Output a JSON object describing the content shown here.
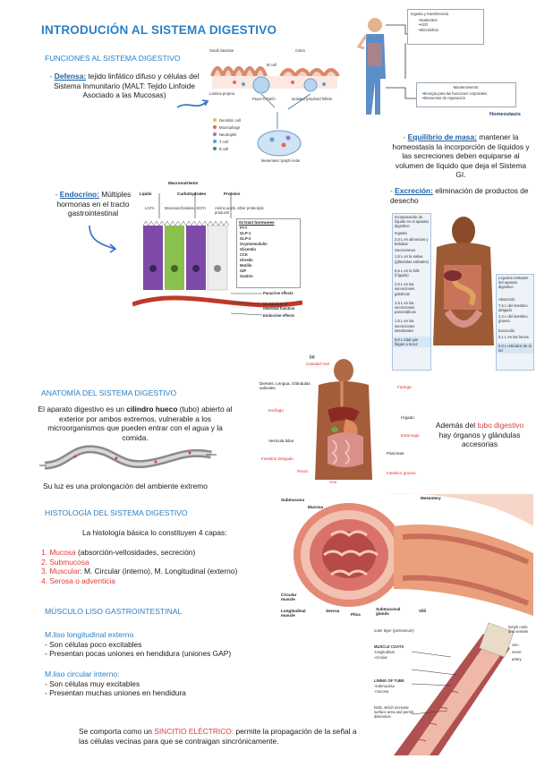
{
  "title": "INTRODUCIÓN AL SISTEMA DIGESTIVO",
  "funciones": {
    "heading": "FUNCIONES AL SISTEMA DIGESTIVO",
    "defensa_kw": "Defensa:",
    "defensa_text": "tejido linfático difuso y células del Sistema Inmunitario (MALT: Tejido Linfoide Asociado a las Mucosas)",
    "endocrino_kw": "Endocrino:",
    "endocrino_text": "Múltiples hormonas en el tracto gastrointestinal",
    "equilibrio_kw": "Equilibrio de masa:",
    "equilibrio_text": "mantener la homeostasis la incorporción de líquidos y las secreciones deben equiparse al volumen de líquido que deja el Sistema GI.",
    "excrecion_kw": "Excreción:",
    "excrecion_text": "eliminación de productos de desecho"
  },
  "homeostasis": {
    "ingesta_title": "Ingesta y transferencia",
    "ingesta_items": [
      "•Nutrientes",
      "•H2O",
      "•Electrolitos"
    ],
    "mant_title": "Mantenimiento:",
    "mant_items": [
      "•Energía para las funciones corporales",
      "•Elementos de reparación"
    ],
    "label": "Homeostasis"
  },
  "malt_fig": {
    "labels": [
      "Small intestine",
      "Colon",
      "Lamina propria",
      "M cell",
      "Peyer's Patch",
      "Isolated lymphoid follicle",
      "Dendritic cell",
      "Macrophage",
      "Neutrophil",
      "T cell",
      "B cell",
      "Mesenteric lymph node"
    ]
  },
  "endo_fig": {
    "top": "Macronutrients",
    "cols": [
      "Lipids",
      "Carbohydrates",
      "Proteins"
    ],
    "subs": [
      "LCFA",
      "Monosaccharides, SCFA",
      "Amino acids, other proteolytic products"
    ],
    "hormones_title": "GI tract hormones",
    "hormones": [
      "PYY",
      "GLP-1",
      "GLP-2",
      "Oxyntomodulin",
      "Glicentin",
      "CCK",
      "Ghrelin",
      "Motilin",
      "GIP",
      "Gastrin"
    ],
    "effects": [
      "Paracrine effects",
      "Modulation of neuronal function",
      "Endocrine effects"
    ]
  },
  "excretion_fig": {
    "left_box": "Incorporación de líquido en el aparato digestivo",
    "ingesta": "Ingesta",
    "ingesta_val": "2,0 L en alimentos y bebidas",
    "secreciones": "Secreciones",
    "sec_items": [
      "1,5 L en la saliva (glándulas salivales)",
      "0,5 L en la bilis (hígado)",
      "2,0 L en las secreciones gástricas",
      "1,5 L en las secreciones pancreáticas",
      "1,5 L en las secreciones intestinales"
    ],
    "total": "9,0 L total que llegan a la luz",
    "right_box": "Líquidos retirados del aparato digestivo",
    "absorcion": "Absorción",
    "abs_items": [
      "7,5 L del intestino delgado",
      "1,4 L del intestino grueso"
    ],
    "excrecion": "Excreción",
    "exc_item": "0,1 L en las heces",
    "right_total": "9,0 L retirados de la luz"
  },
  "anatomia": {
    "heading": "ANATOMÍA DEL SISTEMA DIGESTIVO",
    "text_pre": "El aparato digestivo es un",
    "text_bold": "cilindro hueco",
    "text_post": "(tubo) abierto al exterior por ambos extremos, vulnerable a los microorganismos que pueden entrar con el agua y la comida.",
    "caption": "Su luz es una prolongación del ambiente extremo",
    "side_pre": "Además del",
    "side_red": "tubo digestivo",
    "side_post": "hay órganos y glándulas accesorias",
    "fig_labels_left": [
      "Cavidad oral",
      "Dientes, Lengua, Glándulas salivales",
      "Esófago",
      "Vesícula biliar",
      "Intestino Delgado",
      "Recto",
      "Ano"
    ],
    "fig_labels_right": [
      "Faringe",
      "Hígado",
      "Estómago",
      "Páncreas",
      "Intestino grueso"
    ],
    "fig_small": "(a)"
  },
  "histologia": {
    "heading": "HISTOLOGÍA DEL SISTEMA DIGESTIVO",
    "intro": "La histología básica lo constituyen 4 capas:",
    "layers": [
      {
        "n": "1.",
        "name": "Mucosa",
        "rest": " (absorción-vellosidades, secreción)"
      },
      {
        "n": "2.",
        "name": "Submucosa",
        "rest": ""
      },
      {
        "n": "3.",
        "name": "Muscular",
        "rest": ": M. Circular (interno), M. Longitudinal (externo)"
      },
      {
        "n": "4.",
        "name": "Serosa o adventicia",
        "rest": ""
      }
    ],
    "fig_labels": [
      "Submucosa",
      "Mucosa",
      "Mesentery",
      "Circular muscle",
      "Longitudinal muscle",
      "Serosa",
      "Plica",
      "Submucosal glands",
      "Villi"
    ]
  },
  "musculo": {
    "heading": "MÚSCULO LISO GASTROINTESTINAL",
    "long_title": "M.liso longitudinal externo",
    "long_items": [
      "- Son células poco excitables",
      "- Presentan pocas uniones en hendidura (uniones GAP)"
    ],
    "circ_title": "M.liso circular interno:",
    "circ_items": [
      "- Son células muy excitables",
      "- Presentan muchas uniones en hendidura"
    ],
    "final_pre": "Se comporta como un",
    "final_red": "SINCITIO ELÉCTRICO:",
    "final_post": "permite la propagación de la señal a las células vecinas para que se contraigan sincrónicamente.",
    "fig_labels": [
      "outer layer (peritoneum)",
      "MUSCLE COATS",
      "-longitudinal",
      "-circular",
      "LINING OF TUBE",
      "-submucosa",
      "-mucosa",
      "folds, which increase surface area and permit distension",
      "lymph node and vessels",
      "vein",
      "nerve",
      "artery"
    ]
  }
}
